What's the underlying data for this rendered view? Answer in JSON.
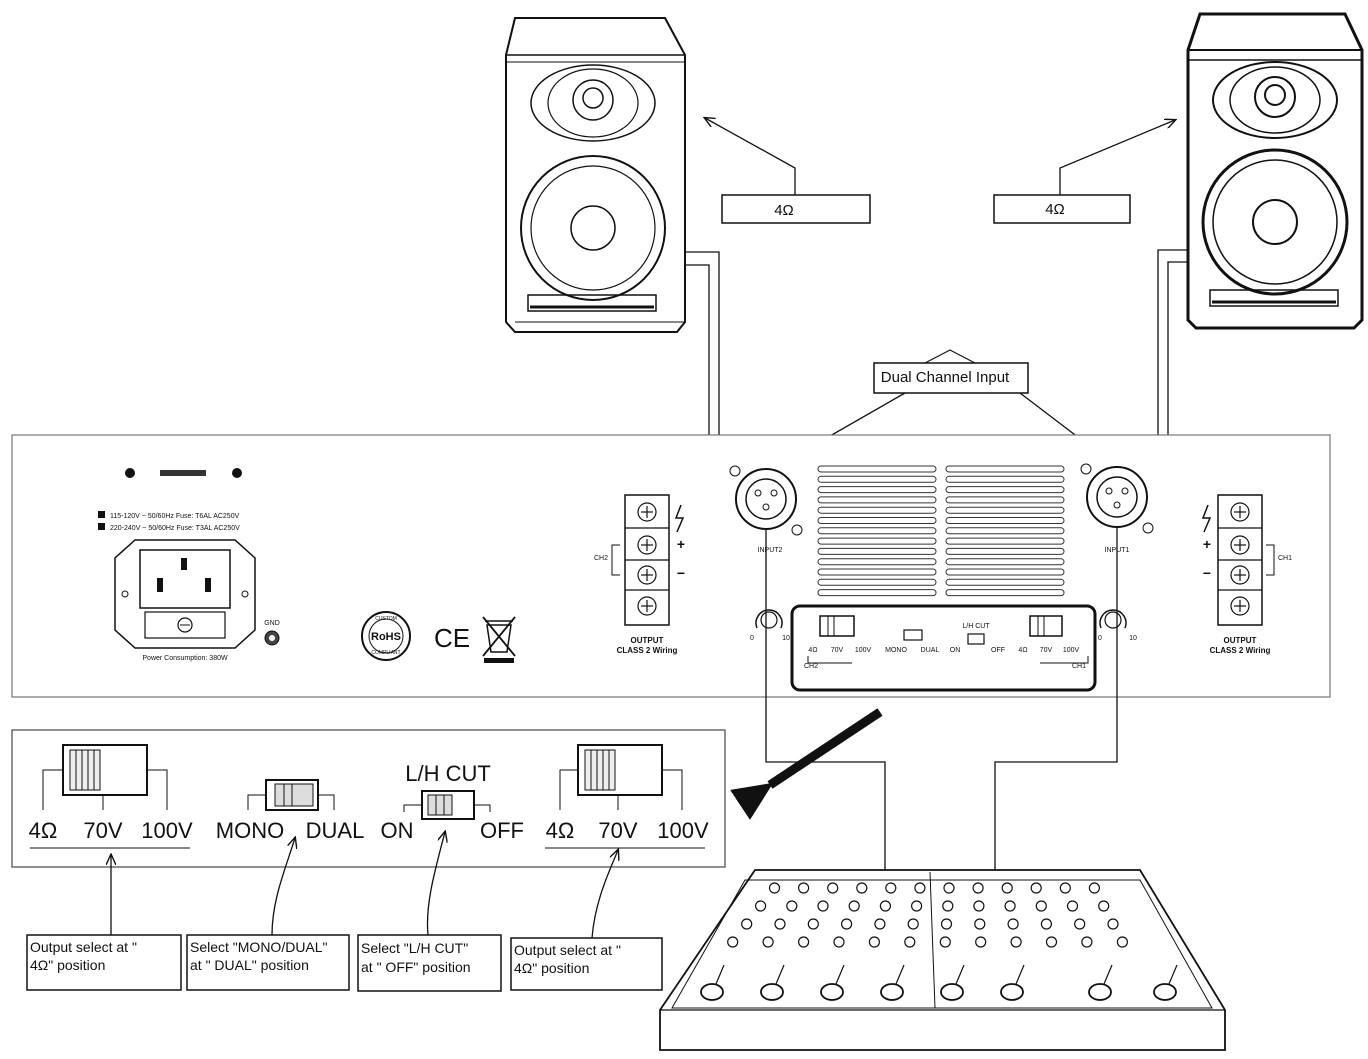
{
  "speakers": {
    "left_impedance": "4Ω",
    "right_impedance": "4Ω"
  },
  "input_label": "Dual Channel Input",
  "amp_panel": {
    "voltage_line_1": "115-120V ~ 50/60Hz Fuse: T6AL AC250V",
    "voltage_line_2": "220-240V ~ 50/60Hz Fuse: T3AL AC250V",
    "power_consumption": "Power Consumption: 380W",
    "gnd": "GND",
    "rohs": "RoHS",
    "rohs_top": "CUSTOM",
    "rohs_bottom": "COMPLIANT",
    "ce": "CE",
    "ch2_label": "CH2",
    "ch1_label": "CH1",
    "input2_label": "INPUT2",
    "input1_label": "INPUT1",
    "output_left": "OUTPUT",
    "output_left_sub": "CLASS 2 Wiring",
    "output_right": "OUTPUT",
    "output_right_sub": "CLASS 2 Wiring",
    "plus": "+",
    "minus": "−",
    "vol_min": "0",
    "vol_max": "10",
    "small_switches": {
      "ohm": "4Ω",
      "v70": "70V",
      "v100": "100V",
      "mono": "MONO",
      "dual": "DUAL",
      "lhcut": "L/H CUT",
      "on": "ON",
      "off": "OFF",
      "ch2": "CH2",
      "ch1": "CH1"
    }
  },
  "zoom_panel": {
    "left_ohm": "4Ω",
    "left_70v": "70V",
    "left_100v": "100V",
    "mono": "MONO",
    "dual": "DUAL",
    "lhcut": "L/H CUT",
    "on": "ON",
    "off": "OFF",
    "right_ohm": "4Ω",
    "right_70v": "70V",
    "right_100v": "100V"
  },
  "notes": {
    "note1_line1": "Output select at \"",
    "note1_line2": "4Ω\" position",
    "note2_line1": "Select \"MONO/DUAL\"",
    "note2_line2": "at \" DUAL\" position",
    "note3_line1": "Select \"L/H CUT\"",
    "note3_line2": "at \" OFF\" position",
    "note4_line1": "Output select at \"",
    "note4_line2": "4Ω\" position"
  }
}
